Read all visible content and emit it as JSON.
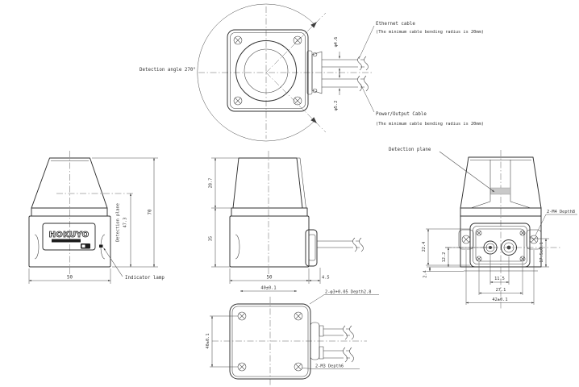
{
  "top_view": {
    "detection_angle": "Detection angle 270°",
    "ethernet_label": "Ethernet cable",
    "ethernet_note": "(The minimum cable bending radius is 20mm)",
    "power_label": "Power/Output Cable",
    "power_note": "(The minimum cable bending radius is 20mm)",
    "cable_top_dia": "φ4.6",
    "cable_bottom_dia": "φ5.2"
  },
  "front_view": {
    "logo": "HOKUYO",
    "detection_plane_label": "Detection plane",
    "detection_plane_dim": "47.3",
    "height_dim": "70",
    "width_dim": "50",
    "indicator_lamp_label": "Indicator lamp"
  },
  "side_view": {
    "head_height_dim": "28.7",
    "body_height_dim": "35",
    "width_dim": "50",
    "connector_offset_dim": "4.5",
    "hole_pitch_dim": "40±0.1",
    "pin_hole_note": "2-φ3+0.05 Depth2.8"
  },
  "bottom_view": {
    "hole_pitch_dim": "40±0.1",
    "screw_note": "2-M3 Depth6"
  },
  "rear_view": {
    "detection_plane_label": "Detection plane",
    "screw_note": "2-M4 Depth8",
    "recess_height_dim": "22.4",
    "connector_height_dim": "12.2",
    "foot_dim": "2.4",
    "side_height_dim": "17.5±0.1",
    "connector_pitch_dim": "11.5",
    "screw_pitch_dim": "27.1",
    "tab_pitch_dim": "42±0.1"
  }
}
